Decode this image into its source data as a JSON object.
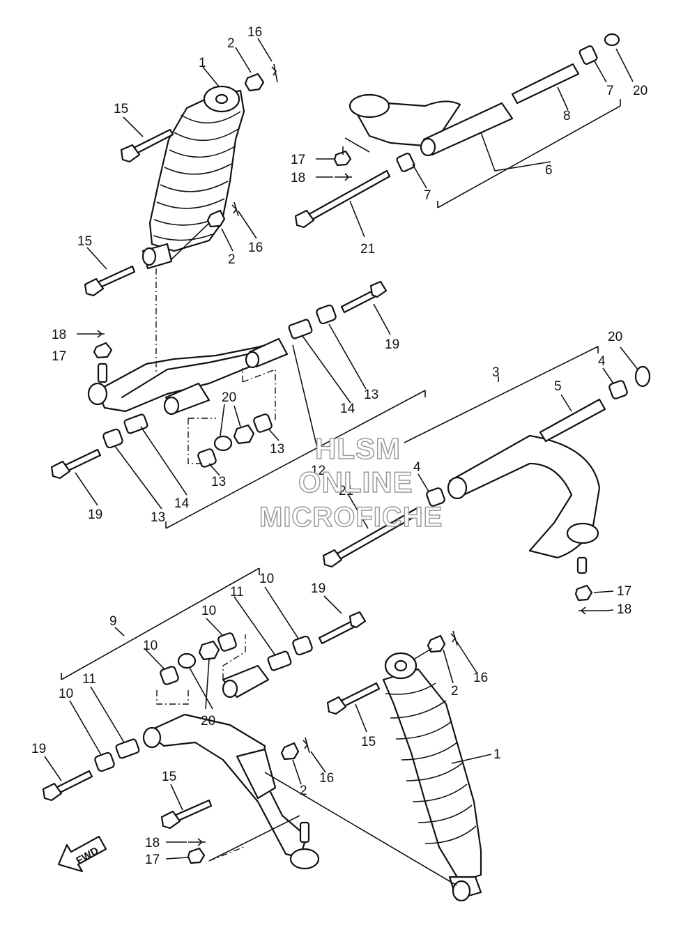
{
  "callouts": [
    "1",
    "2",
    "3",
    "4",
    "5",
    "6",
    "7",
    "8",
    "9",
    "10",
    "11",
    "12",
    "13",
    "14",
    "15",
    "16",
    "17",
    "18",
    "19",
    "20",
    "21"
  ],
  "watermark": {
    "line1": "HLSM",
    "line2": "ONLINE",
    "line3": "MICROFICHE"
  },
  "direction_arrow": {
    "label": "FWD",
    "icon": "fwd-arrow-icon"
  }
}
